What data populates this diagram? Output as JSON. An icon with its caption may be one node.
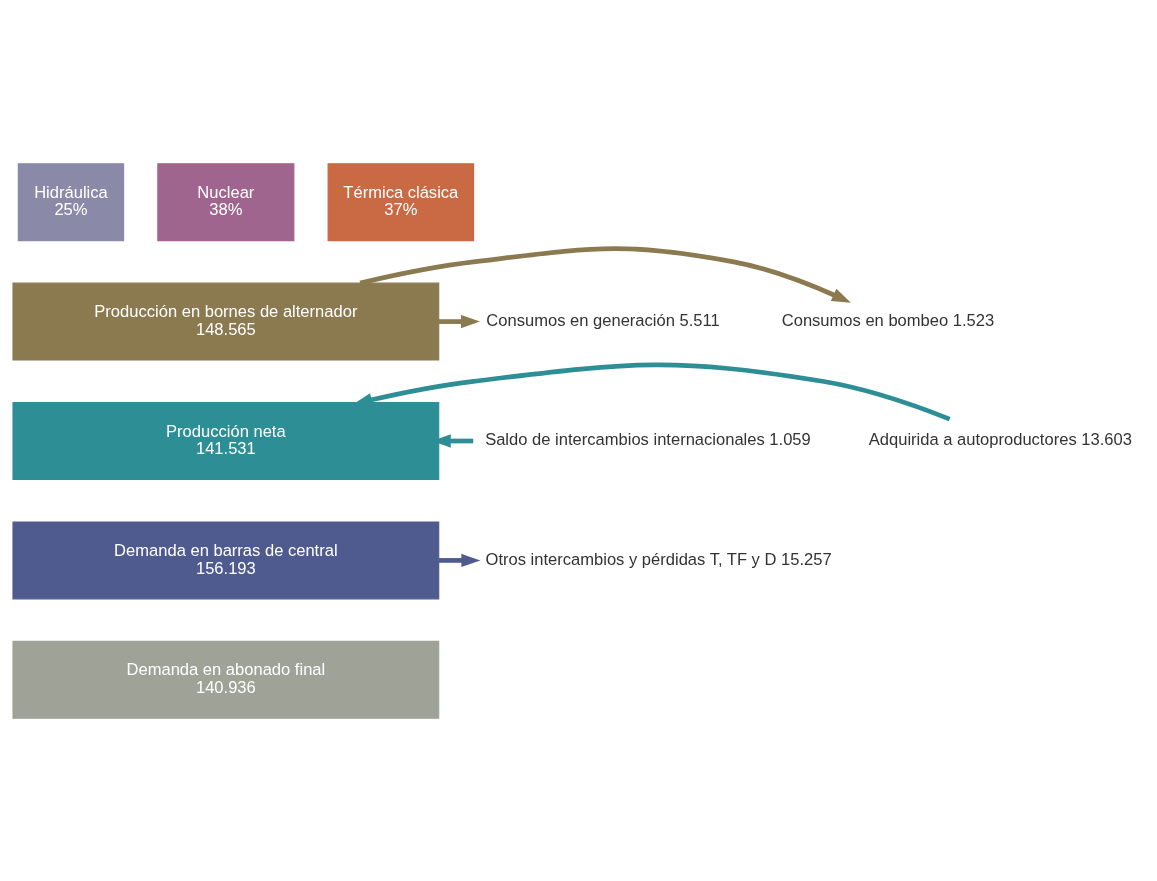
{
  "diagram": {
    "nodes": [
      {
        "text": [
          "Hidráulica",
          "25%"
        ]
      },
      {
        "text": [
          "Nuclear",
          "38%"
        ]
      },
      {
        "text": [
          "Térmica clásica",
          "37%"
        ]
      },
      {
        "text": [
          "Producción en bornes de alternador",
          "148.565"
        ]
      },
      {
        "text": [
          "Consumos en generación 5.511"
        ]
      },
      {
        "text": [
          "Consumos en bombeo 1.523"
        ]
      },
      {
        "text": [
          "Saldo de intercambios internacionales 1.059"
        ]
      },
      {
        "text": [
          "Adquirida a autoproductores 13.603"
        ]
      },
      {
        "text": [
          "Producción neta",
          "141.531"
        ]
      },
      {
        "text": [
          "Demanda en barras de central",
          "156.193"
        ]
      },
      {
        "text": [
          "Otros intercambios y pérdidas T, TF y D 15.257"
        ]
      },
      {
        "text": [
          "Demanda en abonado final",
          "140.936"
        ]
      }
    ],
    "edges": [
      {
        "from": 3,
        "to": 4,
        "arrow": "to",
        "color": "#8b7a50"
      },
      {
        "from": 3,
        "to": 5,
        "arrow": "to",
        "color": "#8b7a50"
      },
      {
        "from": 6,
        "to": 8,
        "arrow": "to",
        "color": "#2e8e96"
      },
      {
        "from": 7,
        "to": 8,
        "arrow": "to",
        "color": "#2e8e96"
      },
      {
        "from": 9,
        "to": 10,
        "arrow": "to",
        "color": "#4f5b8f"
      }
    ]
  }
}
